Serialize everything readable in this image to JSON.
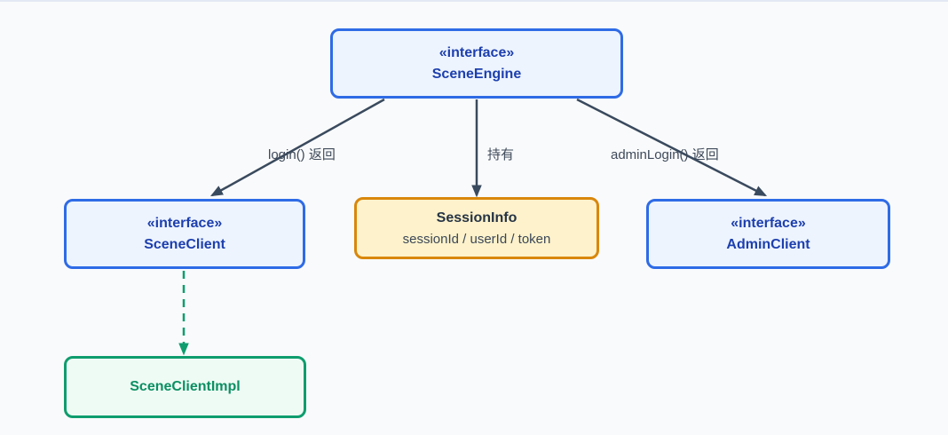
{
  "diagram": {
    "nodes": {
      "scene_engine": {
        "stereotype": "«interface»",
        "name": "SceneEngine"
      },
      "scene_client": {
        "stereotype": "«interface»",
        "name": "SceneClient"
      },
      "session_info": {
        "name": "SessionInfo",
        "attributes": "sessionId / userId / token"
      },
      "admin_client": {
        "stereotype": "«interface»",
        "name": "AdminClient"
      },
      "scene_client_impl": {
        "name": "SceneClientImpl"
      }
    },
    "edges": {
      "engine_to_client": {
        "label": "login() 返回",
        "style": "solid"
      },
      "engine_to_session": {
        "label": "持有",
        "style": "solid"
      },
      "engine_to_admin": {
        "label": "adminLogin() 返回",
        "style": "solid"
      },
      "client_to_impl": {
        "label": "",
        "style": "dashed"
      }
    },
    "colors": {
      "background": "#f9fafb",
      "blue_border": "#2e6be6",
      "blue_fill": "#edf4fe",
      "blue_text": "#1d3fae",
      "orange_border": "#d9870b",
      "orange_fill": "#fdf2cb",
      "orange_title_text": "#263445",
      "orange_sub_text": "#3c4757",
      "green_border": "#0f9d6e",
      "green_fill": "#eefbf4",
      "green_text": "#0b8f63",
      "edge_stroke": "#3a4a5e",
      "edge_label_text": "#3f4a5a"
    }
  }
}
